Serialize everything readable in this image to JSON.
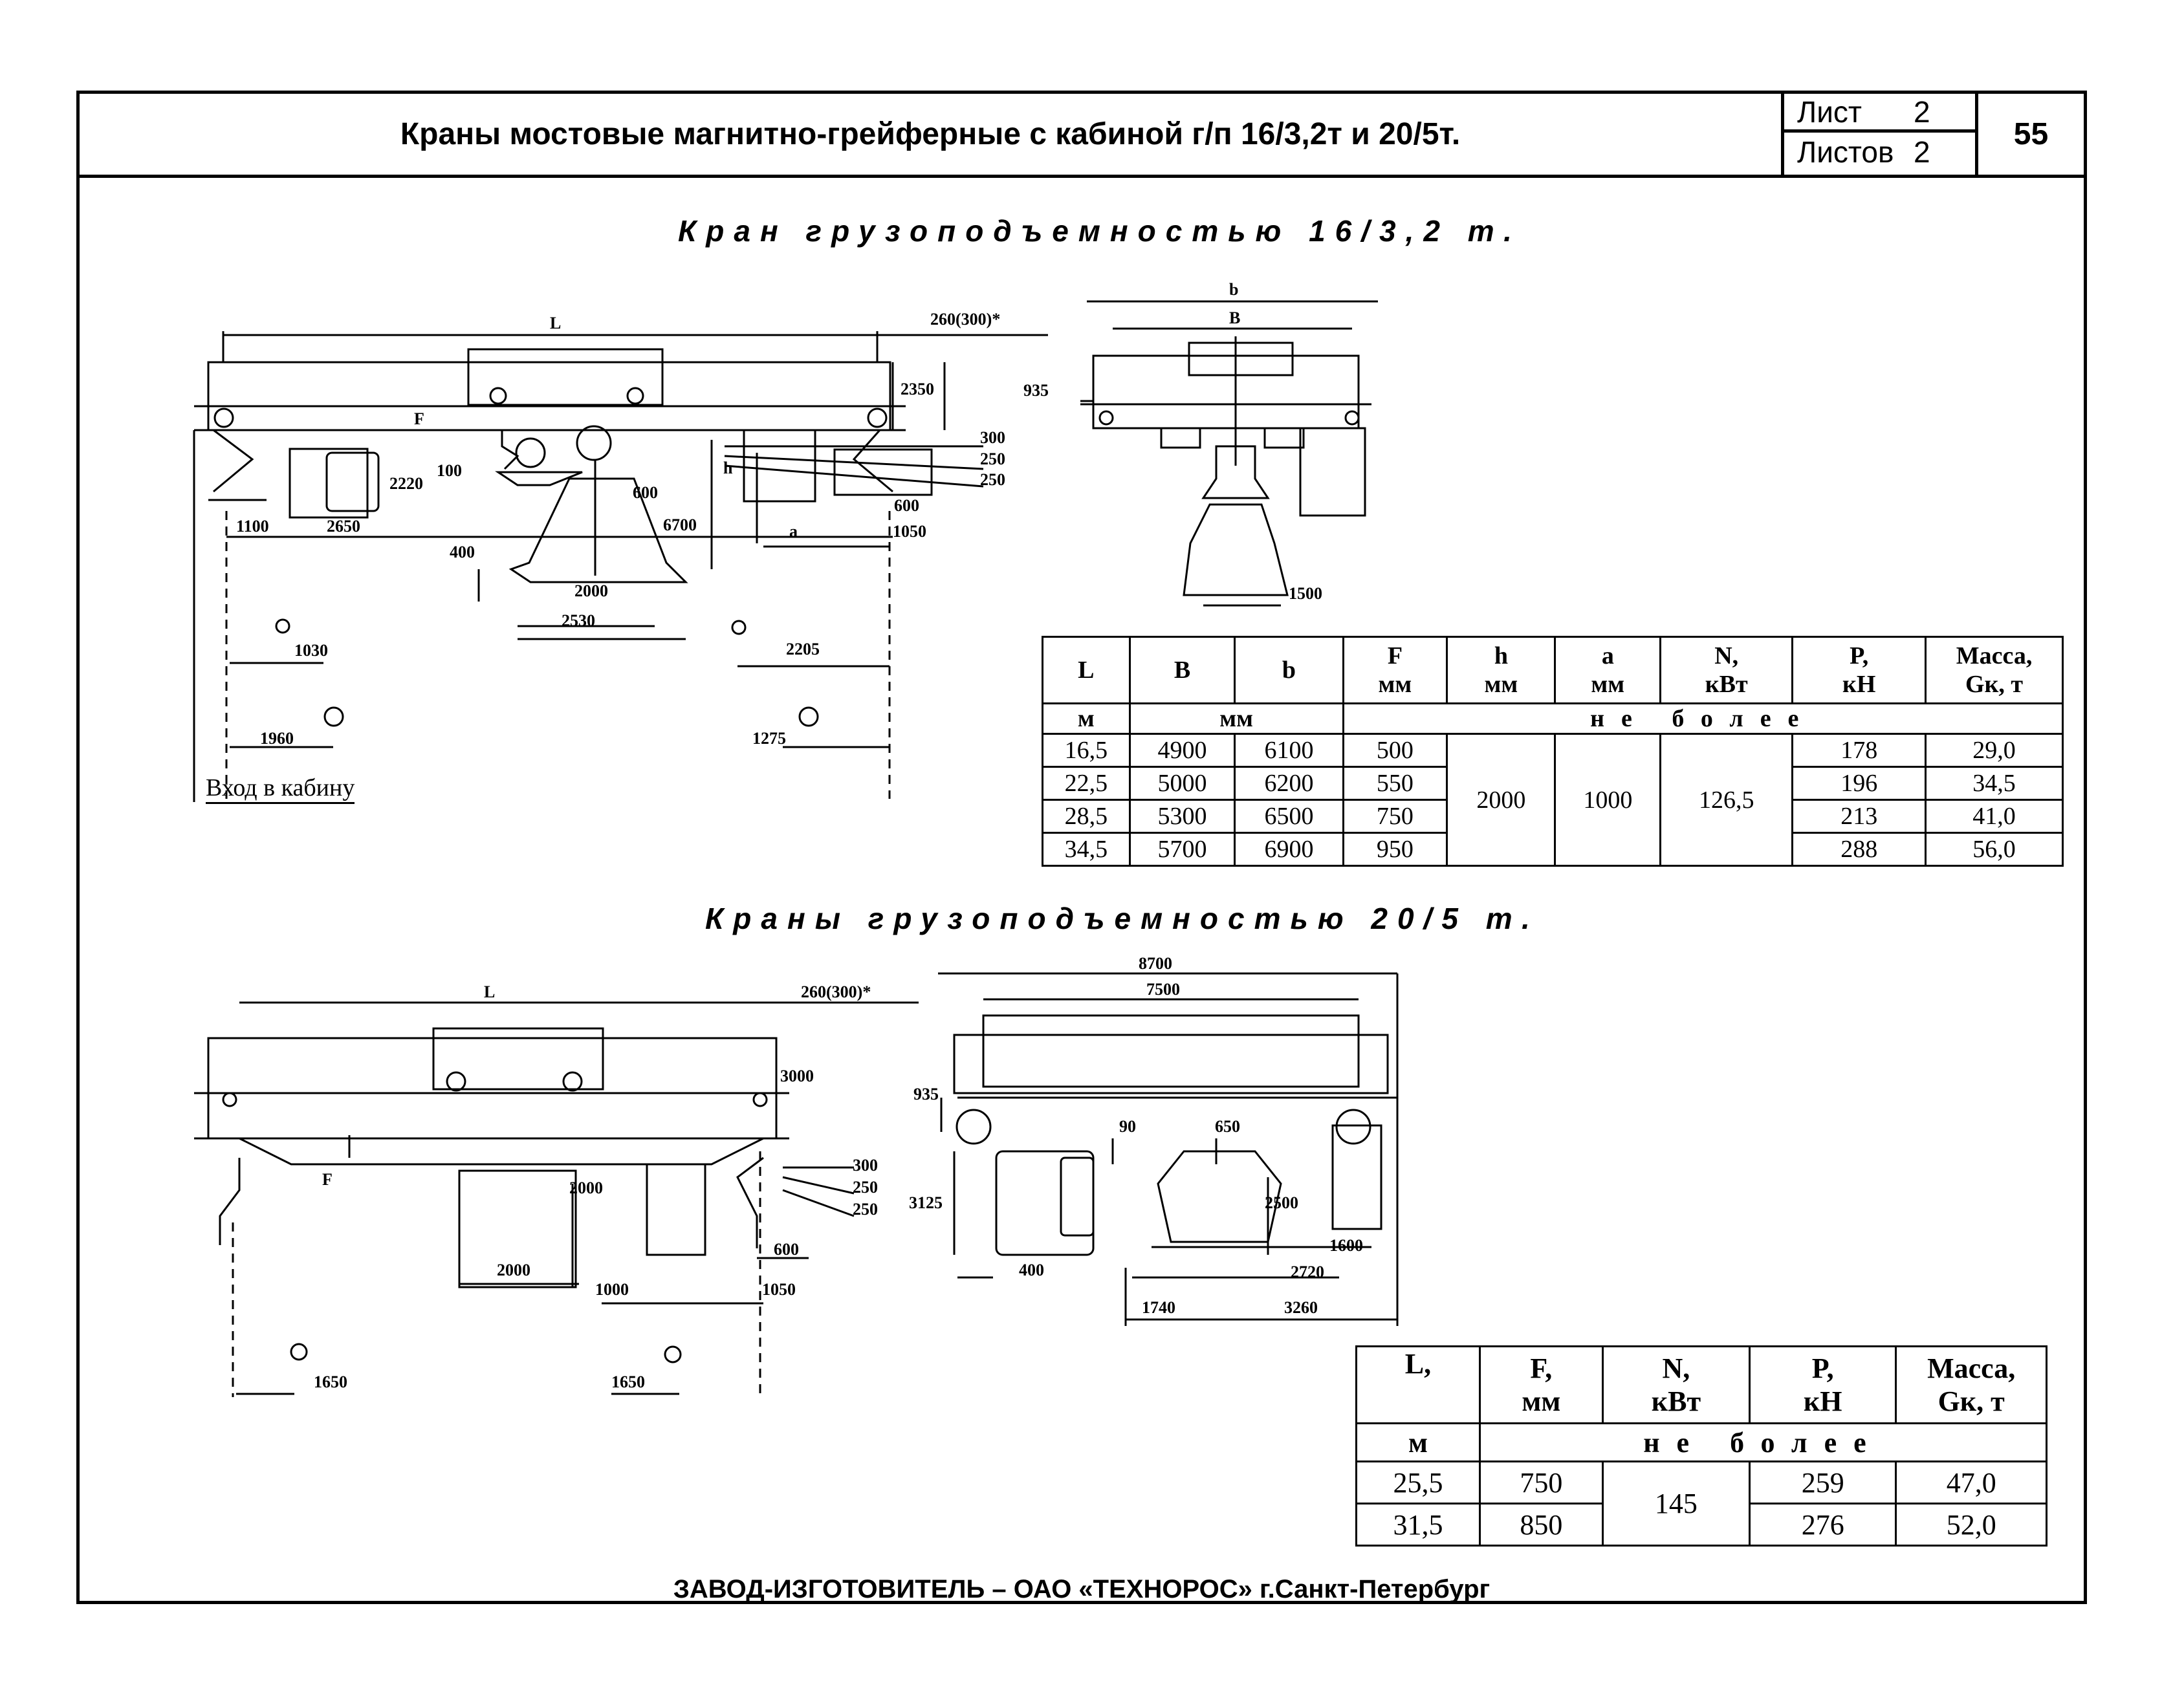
{
  "header": {
    "title": "Краны мостовые магнитно-грейферные с кабиной г/п 16/3,2т и 20/5т.",
    "sheet_label": "Лист",
    "sheet_value": "2",
    "sheets_label": "Листов",
    "sheets_value": "2",
    "page_number": "55"
  },
  "section1": {
    "title": "Кран грузоподъемностью 16/3,2 т.",
    "entrance_label": "Вход в кабину",
    "dims": {
      "L": "L",
      "span_ext": "260(300)*",
      "b": "b",
      "B": "B",
      "d935": "935",
      "d2350": "2350",
      "F": "F",
      "d100": "100",
      "d2220": "2220",
      "d300": "300",
      "d250a": "250",
      "d250b": "250",
      "h": "h",
      "d600a": "600",
      "d600b": "600",
      "d6700": "6700",
      "d1100": "1100",
      "d2650": "2650",
      "a": "a",
      "d1050": "1050",
      "d400": "400",
      "d2000": "2000",
      "d2530": "2530",
      "d1500": "1500",
      "d1030": "1030",
      "d2205": "2205",
      "d1960": "1960",
      "d1275": "1275"
    },
    "table": {
      "headers": [
        "L",
        "B",
        "b",
        "F\nмм",
        "h\nмм",
        "a\nмм",
        "N,\nкВт",
        "P,\nкН",
        "Масса,\nGк, т"
      ],
      "unit_m": "м",
      "unit_mm": "мм",
      "not_more": "не более",
      "rows": [
        [
          "16,5",
          "4900",
          "6100",
          "500",
          "178",
          "29,0"
        ],
        [
          "22,5",
          "5000",
          "6200",
          "550",
          "196",
          "34,5"
        ],
        [
          "28,5",
          "5300",
          "6500",
          "750",
          "213",
          "41,0"
        ],
        [
          "34,5",
          "5700",
          "6900",
          "950",
          "288",
          "56,0"
        ]
      ],
      "merged": {
        "h": "2000",
        "a": "1000",
        "N": "126,5"
      }
    }
  },
  "section2": {
    "title": "Краны грузоподъемностью 20/5 т.",
    "dims": {
      "L": "L",
      "span_ext": "260(300)*",
      "d8700": "8700",
      "d7500": "7500",
      "d3000": "3000",
      "d935": "935",
      "d90": "90",
      "d650": "650",
      "F": "F",
      "d300": "300",
      "d250a": "250",
      "d250b": "250",
      "d2000v": "2000",
      "d3125": "3125",
      "d2500": "2500",
      "d1600": "1600",
      "d600": "600",
      "d2000": "2000",
      "d1000": "1000",
      "d1050": "1050",
      "d400": "400",
      "d2720": "2720",
      "d1740": "1740",
      "d3260": "3260",
      "d1650a": "1650",
      "d1650b": "1650"
    },
    "table": {
      "headers": [
        "L,",
        "F,\nмм",
        "N,\nкВт",
        "P,\nкН",
        "Масса,\nGк, т"
      ],
      "unit_m": "м",
      "not_more": "не более",
      "rows": [
        [
          "25,5",
          "750",
          "259",
          "47,0"
        ],
        [
          "31,5",
          "850",
          "276",
          "52,0"
        ]
      ],
      "merged": {
        "N": "145"
      }
    }
  },
  "footer": "ЗАВОД-ИЗГОТОВИТЕЛЬ – ОАО «ТЕХНОРОС» г.Санкт-Петербург"
}
